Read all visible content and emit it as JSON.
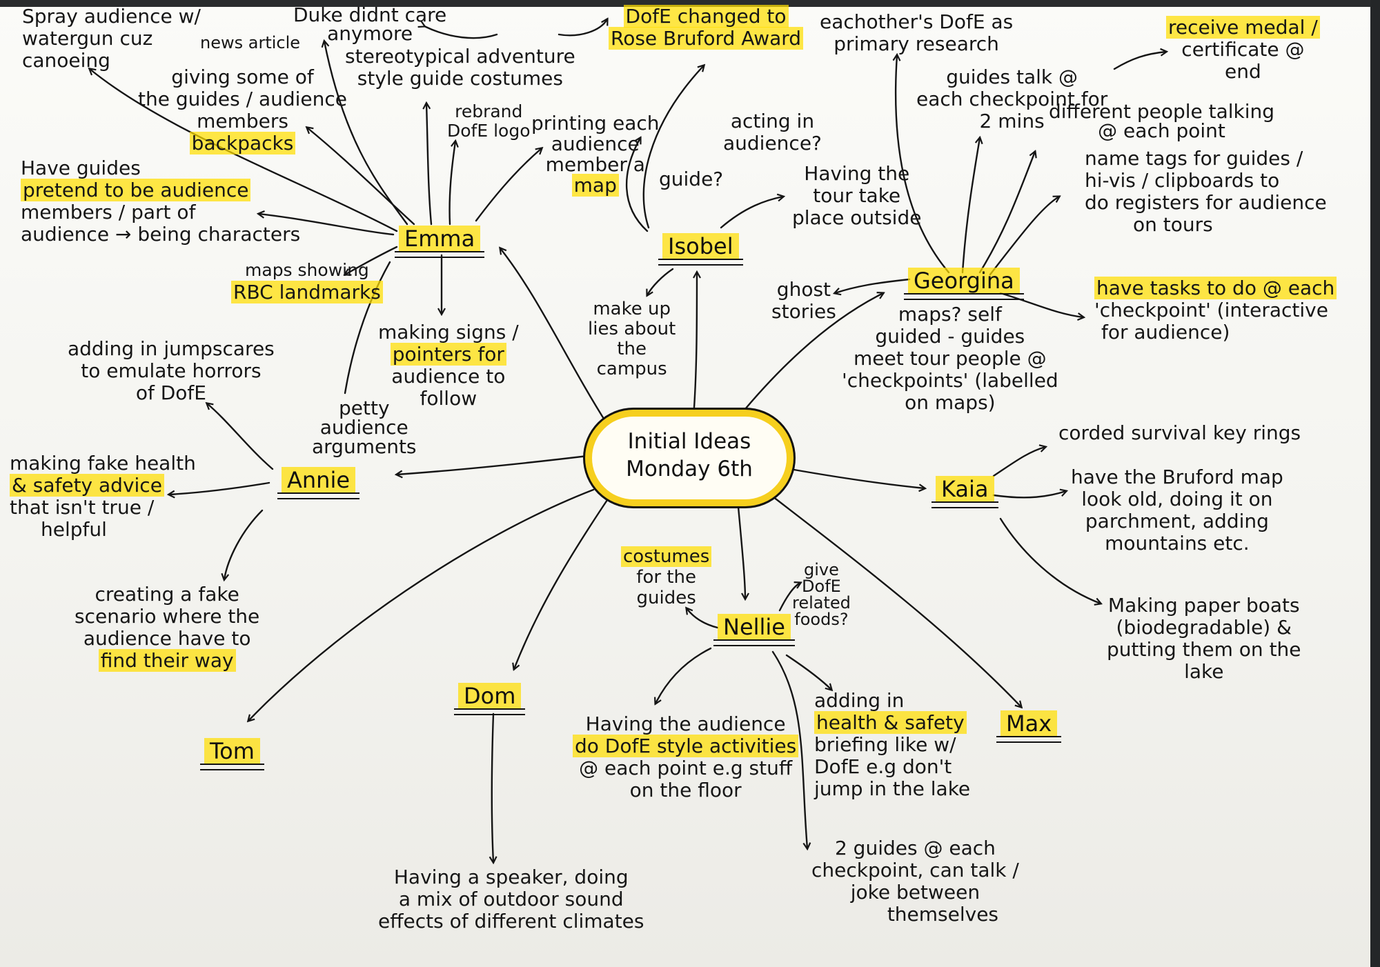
{
  "center": {
    "line1": "Initial Ideas",
    "line2": "Monday 6th"
  },
  "people": {
    "emma": "Emma",
    "isobel": "Isobel",
    "georgina": "Georgina",
    "annie": "Annie",
    "kaia": "Kaia",
    "nellie": "Nellie",
    "dom": "Dom",
    "tom": "Tom",
    "max": "Max"
  },
  "emma_ideas": {
    "spray": [
      "Spray audience w/",
      "watergun cuz",
      "canoeing"
    ],
    "news": "news article",
    "duke": [
      "Duke didnt care",
      "anymore"
    ],
    "backpacks": [
      "giving some of",
      "the guides / audience",
      "members",
      "backpacks"
    ],
    "costumes": [
      "stereotypical adventure",
      "style guide costumes"
    ],
    "rebrand": [
      "rebrand",
      "DofE logo"
    ],
    "map": [
      "printing each",
      "audience",
      "member a",
      "map"
    ],
    "pretend": [
      "Have guides",
      "pretend to be audience",
      "members / part of",
      "audience → being characters"
    ],
    "landmarks": [
      "maps showing",
      "RBC landmarks"
    ],
    "signs": [
      "making signs /",
      "pointers for",
      "audience to",
      "follow"
    ],
    "arguments": [
      "petty",
      "audience",
      "arguments"
    ]
  },
  "isobel_ideas": {
    "changed": [
      "DofE changed to",
      "Rose Bruford Award"
    ],
    "acting": [
      "acting in",
      "audience?"
    ],
    "guide": "guide?",
    "outside": [
      "Having the",
      "tour take",
      "place outside"
    ],
    "lies": [
      "make up",
      "lies about",
      "the",
      "campus"
    ]
  },
  "georgina_ideas": {
    "research": [
      "eachother's DofE as",
      "primary research"
    ],
    "talk": [
      "guides talk @",
      "each checkpoint for",
      "2 mins"
    ],
    "medal": [
      "receive medal /",
      "certificate @",
      "end"
    ],
    "different": [
      "different people talking",
      "@ each point"
    ],
    "tags": [
      "name tags for guides /",
      "hi-vis / clipboards to",
      "do registers for audience",
      "on tours"
    ],
    "ghost": [
      "ghost",
      "stories"
    ],
    "maps": [
      "maps? self",
      "guided - guides",
      "meet tour people @",
      "'checkpoints' (labelled",
      "on maps)"
    ],
    "tasks": [
      "have tasks to do @ each",
      "'checkpoint' (interactive",
      "for audience)"
    ]
  },
  "annie_ideas": {
    "jumpscares": [
      "adding in jumpscares",
      "to emulate horrors",
      "of DofE"
    ],
    "health": [
      "making fake health",
      "& safety advice",
      "that isn't true /",
      "helpful"
    ],
    "scenario": [
      "creating a fake",
      "scenario where the",
      "audience have to",
      "find their way"
    ]
  },
  "kaia_ideas": {
    "keyrings": "corded survival key rings",
    "oldmap": [
      "have the Bruford map",
      "look old, doing it on",
      "parchment, adding",
      "mountains etc."
    ],
    "boats": [
      "Making paper boats",
      "(biodegradable) &",
      "putting them on the",
      "lake"
    ]
  },
  "nellie_ideas": {
    "costumes": [
      "costumes",
      "for the",
      "guides"
    ],
    "foods": [
      "give",
      "DofE",
      "related",
      "foods?"
    ],
    "activities": [
      "Having the audience",
      "do DofE style activities",
      "@ each point e.g stuff",
      "on the floor"
    ],
    "briefing": [
      "adding in",
      "health & safety",
      "briefing like w/",
      "DofE e.g don't",
      "jump in the lake"
    ],
    "two_guides": [
      "2 guides @ each",
      "checkpoint, can talk /",
      "joke between",
      "themselves"
    ]
  },
  "dom_ideas": {
    "speaker": [
      "Having a speaker, doing",
      "a mix of outdoor sound",
      "effects of different climates"
    ]
  },
  "colors": {
    "highlight": "#ffde00",
    "ink": "#111111",
    "paper": "#f8f8f4",
    "cloud": "#f6cf1e"
  }
}
